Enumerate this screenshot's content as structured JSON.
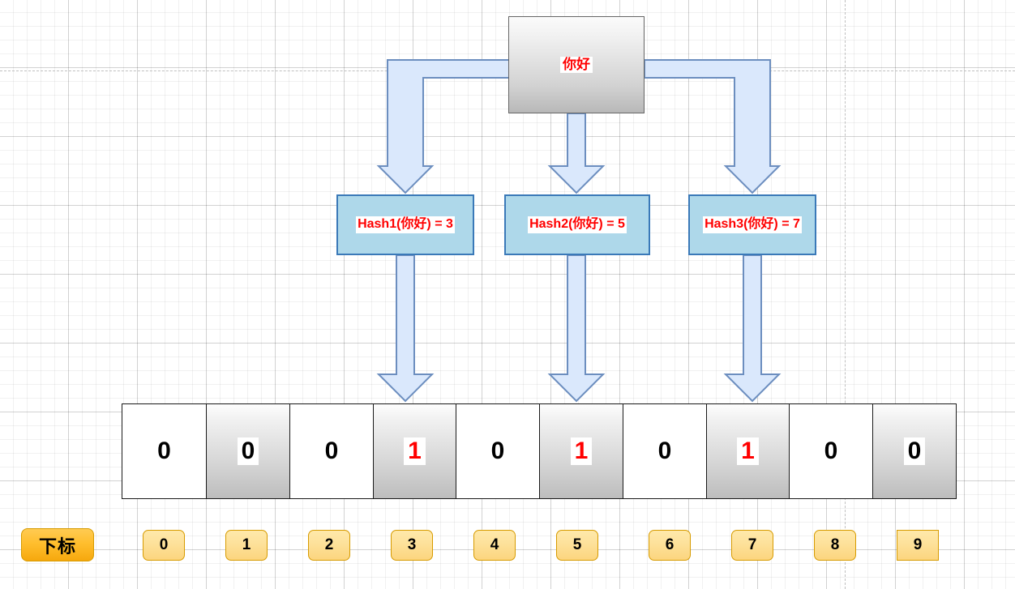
{
  "canvas": {
    "background": "#ffffff",
    "grid_minor_color": "#eaeaea",
    "grid_major_color": "#d9d9d9",
    "page_break_color": "#c0c0c0"
  },
  "source": {
    "label": "你好",
    "text_color": "#ff0000",
    "fill_top": "#fbfbfb",
    "fill_bottom": "#b8b8b8",
    "stroke": "#666666"
  },
  "hashes": [
    {
      "label": "Hash1(你好) = 3",
      "name": "Hash1",
      "result": 3
    },
    {
      "label": "Hash2(你好) = 5",
      "name": "Hash2",
      "result": 5
    },
    {
      "label": "Hash3(你好) = 7",
      "name": "Hash3",
      "result": 7
    }
  ],
  "hash_style": {
    "fill": "#aed8ea",
    "stroke": "#3a79b8",
    "text_color": "#ff0000"
  },
  "arrow_style": {
    "fill": "#dae8fc",
    "stroke": "#6c8ebf"
  },
  "bit_array": {
    "values": [
      "0",
      "0",
      "0",
      "1",
      "0",
      "1",
      "0",
      "1",
      "0",
      "0"
    ],
    "set_color": "#ff0000",
    "unset_color": "#000000",
    "cell_stroke": "#1a1a1a"
  },
  "index_row": {
    "title": "下标",
    "labels": [
      "0",
      "1",
      "2",
      "3",
      "4",
      "5",
      "6",
      "7",
      "8",
      "9"
    ],
    "fill_top": "#ffe9ab",
    "fill_bottom": "#fcd57e",
    "stroke": "#d79b00",
    "title_fill_top": "#ffcb52",
    "title_fill_bottom": "#f6a80d"
  }
}
